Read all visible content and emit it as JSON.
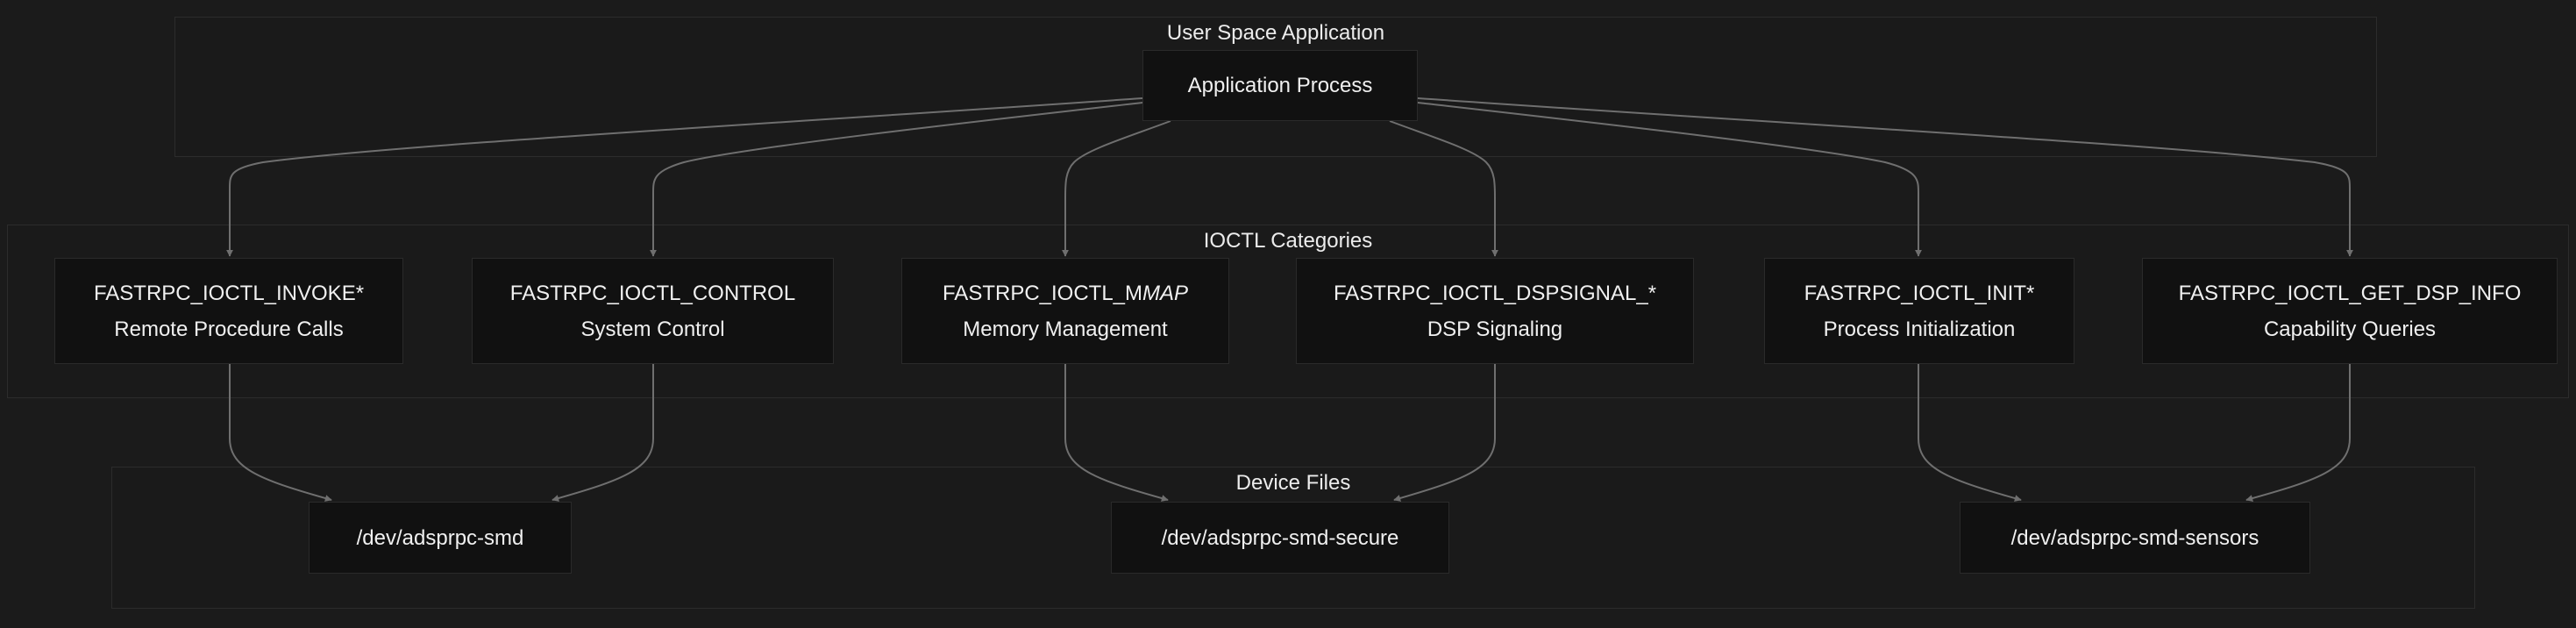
{
  "groups": {
    "user_space": {
      "title": "User Space Application"
    },
    "ioctl": {
      "title": "IOCTL Categories"
    },
    "devices": {
      "title": "Device Files"
    }
  },
  "nodes": {
    "app": {
      "line1": "Application Process"
    },
    "invoke": {
      "line1": "FASTRPC_IOCTL_INVOKE*",
      "line2": "Remote Procedure Calls"
    },
    "control": {
      "line1": "FASTRPC_IOCTL_CONTROL",
      "line2": "System Control"
    },
    "mmap": {
      "line1_prefix": "FASTRPC_IOCTL_M",
      "line1_italic": "MAP",
      "line2": "Memory Management"
    },
    "dspsignal": {
      "line1": "FASTRPC_IOCTL_DSPSIGNAL_*",
      "line2": "DSP Signaling"
    },
    "init": {
      "line1": "FASTRPC_IOCTL_INIT*",
      "line2": "Process Initialization"
    },
    "getinfo": {
      "line1": "FASTRPC_IOCTL_GET_DSP_INFO",
      "line2": "Capability Queries"
    },
    "smd": {
      "line1": "/dev/adsprpc-smd"
    },
    "smd_secure": {
      "line1": "/dev/adsprpc-smd-secure"
    },
    "smd_sensors": {
      "line1": "/dev/adsprpc-smd-sensors"
    }
  },
  "edges": [
    {
      "from": "app",
      "to": "invoke"
    },
    {
      "from": "app",
      "to": "control"
    },
    {
      "from": "app",
      "to": "mmap"
    },
    {
      "from": "app",
      "to": "dspsignal"
    },
    {
      "from": "app",
      "to": "init"
    },
    {
      "from": "app",
      "to": "getinfo"
    },
    {
      "from": "invoke",
      "to": "smd"
    },
    {
      "from": "control",
      "to": "smd"
    },
    {
      "from": "mmap",
      "to": "smd_secure"
    },
    {
      "from": "dspsignal",
      "to": "smd_secure"
    },
    {
      "from": "init",
      "to": "smd_sensors"
    },
    {
      "from": "getinfo",
      "to": "smd_sensors"
    }
  ],
  "colors": {
    "background": "#1b1b1b",
    "node_fill": "#111111",
    "edge": "#6f6f6f",
    "text": "#f0f0f0"
  }
}
